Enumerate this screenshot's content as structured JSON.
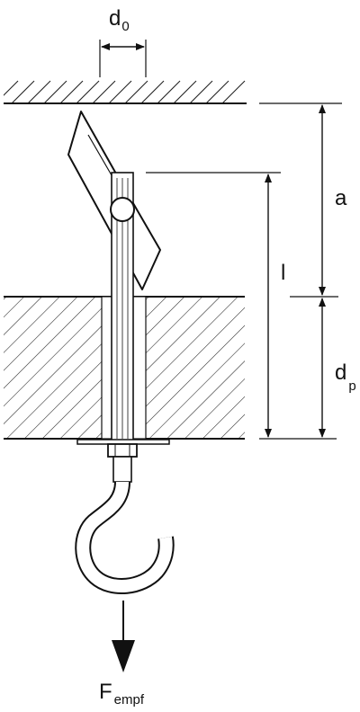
{
  "labels": {
    "d0_main": "d",
    "d0_sub": "0",
    "a": "a",
    "l": "l",
    "dp_main": "d",
    "dp_sub": "p",
    "f_main": "F",
    "f_sub": "empf"
  },
  "colors": {
    "stroke": "#111111",
    "hatch": "#222222",
    "fill": "#ffffff"
  }
}
